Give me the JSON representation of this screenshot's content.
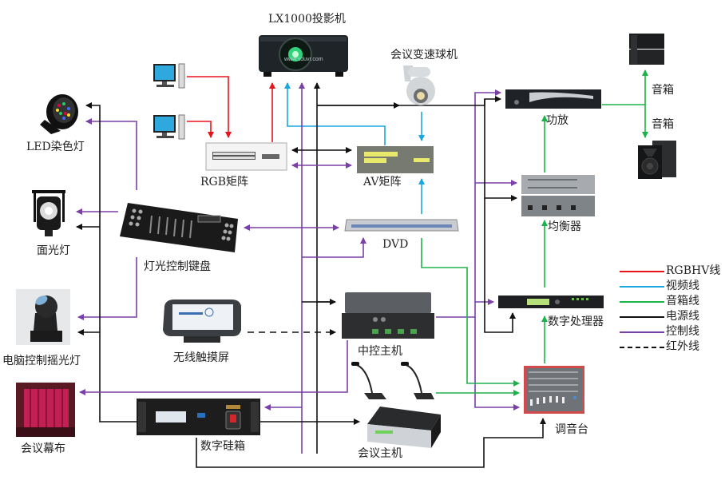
{
  "title": "会议系统连接示意图",
  "colors": {
    "rgbhv": "#e8141c",
    "video": "#1aa6e0",
    "audio": "#1db34a",
    "power": "#111111",
    "control": "#7a3fa8",
    "infrared": "#111111"
  },
  "devices": {
    "projector": {
      "label": "LX1000投影机",
      "icon": "projector-icon",
      "watermark": "www.sduvr.com"
    },
    "speed_dome": {
      "label": "会议变速球机",
      "icon": "dome-camera-icon"
    },
    "pc1": {
      "label": "",
      "icon": "computer-icon"
    },
    "pc2": {
      "label": "",
      "icon": "computer-icon"
    },
    "rgb_matrix": {
      "label": "RGB矩阵",
      "icon": "rgb-matrix-icon"
    },
    "av_matrix": {
      "label": "AV矩阵",
      "icon": "av-matrix-icon"
    },
    "led_light": {
      "label": "LED染色灯",
      "icon": "led-par-light-icon"
    },
    "face_light": {
      "label": "面光灯",
      "icon": "spotlight-icon"
    },
    "light_console": {
      "label": "灯光控制键盘",
      "icon": "dmx-console-icon"
    },
    "dvd": {
      "label": "DVD",
      "icon": "dvd-player-icon"
    },
    "moving_head": {
      "label": "电脑控制摇光灯",
      "icon": "moving-head-light-icon"
    },
    "touch_panel": {
      "label": "无线触摸屏",
      "icon": "touch-panel-icon"
    },
    "central_control": {
      "label": "中控主机",
      "icon": "control-host-icon"
    },
    "curtain": {
      "label": "会议幕布",
      "icon": "stage-curtain-icon"
    },
    "dimmer": {
      "label": "数字硅箱",
      "icon": "dimmer-rack-icon"
    },
    "microphones": {
      "label": "",
      "icon": "gooseneck-microphone-icon"
    },
    "conference_host": {
      "label": "会议主机",
      "icon": "conference-host-icon"
    },
    "amplifier": {
      "label": "功放",
      "icon": "power-amplifier-icon"
    },
    "equalizer": {
      "label": "均衡器",
      "icon": "equalizer-icon"
    },
    "dsp": {
      "label": "数字处理器",
      "icon": "audio-processor-icon"
    },
    "mixer": {
      "label": "调音台",
      "icon": "mixing-console-icon"
    },
    "speaker_top": {
      "label": "音箱",
      "icon": "line-array-speaker-icon"
    },
    "speaker_bottom": {
      "label": "音箱",
      "icon": "speaker-icon"
    }
  },
  "legend": [
    {
      "key": "rgbhv",
      "label": "RGBHV线",
      "style": "solid"
    },
    {
      "key": "video",
      "label": "视频线",
      "style": "solid"
    },
    {
      "key": "audio",
      "label": "音箱线",
      "style": "solid"
    },
    {
      "key": "power",
      "label": "电源线",
      "style": "solid"
    },
    {
      "key": "control",
      "label": "控制线",
      "style": "solid"
    },
    {
      "key": "infrared",
      "label": "红外线",
      "style": "dashed"
    }
  ],
  "connections": [
    {
      "from": "pc1",
      "to": "rgb_matrix",
      "type": "rgbhv"
    },
    {
      "from": "pc2",
      "to": "rgb_matrix",
      "type": "rgbhv"
    },
    {
      "from": "rgb_matrix",
      "to": "projector",
      "type": "rgbhv"
    },
    {
      "from": "av_matrix",
      "to": "projector",
      "type": "video"
    },
    {
      "from": "speed_dome",
      "to": "av_matrix",
      "type": "video"
    },
    {
      "from": "dvd",
      "to": "av_matrix",
      "type": "video"
    },
    {
      "from": "central_control",
      "to": "projector",
      "type": "control"
    },
    {
      "from": "dimmer",
      "to": "projector",
      "type": "power"
    },
    {
      "from": "dimmer",
      "to": "speed_dome",
      "type": "power"
    },
    {
      "from": "rgb_matrix",
      "to": "av_matrix",
      "type": "power",
      "bidirectional": true
    },
    {
      "from": "rgb_matrix",
      "to": "av_matrix",
      "type": "control",
      "bidirectional": true
    },
    {
      "from": "light_console",
      "to": "dvd",
      "type": "control",
      "bidirectional": true
    },
    {
      "from": "central_control",
      "to": "dvd",
      "type": "control"
    },
    {
      "from": "light_console",
      "to": "led_light",
      "type": "control"
    },
    {
      "from": "light_console",
      "to": "face_light",
      "type": "control"
    },
    {
      "from": "light_console",
      "to": "moving_head",
      "type": "control"
    },
    {
      "from": "dimmer",
      "to": "led_light",
      "type": "power"
    },
    {
      "from": "dimmer",
      "to": "face_light",
      "type": "power"
    },
    {
      "from": "dimmer",
      "to": "moving_head",
      "type": "power"
    },
    {
      "from": "central_control",
      "to": "curtain",
      "type": "control"
    },
    {
      "from": "central_control",
      "to": "dimmer",
      "type": "control"
    },
    {
      "from": "touch_panel",
      "to": "central_control",
      "type": "infrared"
    },
    {
      "from": "dimmer",
      "to": "central_control",
      "type": "power"
    },
    {
      "from": "dimmer",
      "to": "conference_host",
      "type": "power"
    },
    {
      "from": "dimmer",
      "to": "mixer",
      "type": "power"
    },
    {
      "from": "central_control",
      "to": "amplifier",
      "type": "control"
    },
    {
      "from": "central_control",
      "to": "equalizer",
      "type": "control"
    },
    {
      "from": "central_control",
      "to": "dsp",
      "type": "control"
    },
    {
      "from": "central_control",
      "to": "mixer",
      "type": "control"
    },
    {
      "from": "dimmer",
      "to": "amplifier",
      "type": "power"
    },
    {
      "from": "dimmer",
      "to": "equalizer",
      "type": "power"
    },
    {
      "from": "dimmer",
      "to": "dsp",
      "type": "power"
    },
    {
      "from": "dvd",
      "to": "mixer",
      "type": "audio"
    },
    {
      "from": "microphones",
      "to": "mixer",
      "type": "audio"
    },
    {
      "from": "mixer",
      "to": "dsp",
      "type": "audio"
    },
    {
      "from": "dsp",
      "to": "equalizer",
      "type": "audio"
    },
    {
      "from": "equalizer",
      "to": "amplifier",
      "type": "audio"
    },
    {
      "from": "amplifier",
      "to": "speaker_top",
      "type": "audio"
    },
    {
      "from": "amplifier",
      "to": "speaker_bottom",
      "type": "audio"
    }
  ]
}
